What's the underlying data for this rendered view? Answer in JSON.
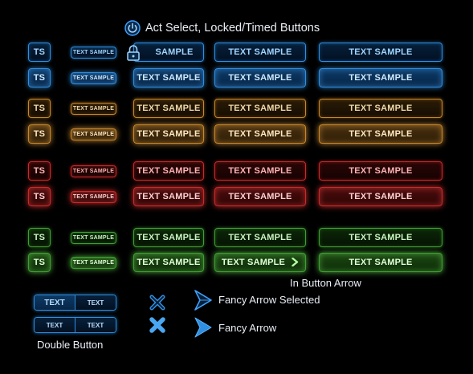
{
  "header": {
    "title": "Act Select, Locked/Timed Buttons",
    "icon": "power-icon"
  },
  "sample_text": "TEXT SAMPLE",
  "sample_short": "SAMPLE",
  "ts_label": "TS",
  "colors": {
    "blue": "#2f8ee0",
    "amber": "#c8862a",
    "red": "#c72a2a",
    "green": "#3f9e33"
  },
  "labels": {
    "in_button_arrow": "In Button Arrow",
    "fancy_arrow_selected": "Fancy Arrow Selected",
    "fancy_arrow": "Fancy Arrow",
    "double_button": "Double Button"
  },
  "double_buttons": [
    {
      "left": "TEXT",
      "right": "TEXT"
    },
    {
      "left": "TEXT",
      "right": "TEXT"
    }
  ],
  "icons": {
    "lock": "lock-icon",
    "x": "x-icon",
    "arrow": "arrow-icon",
    "chevron": "chevron-right-icon"
  }
}
